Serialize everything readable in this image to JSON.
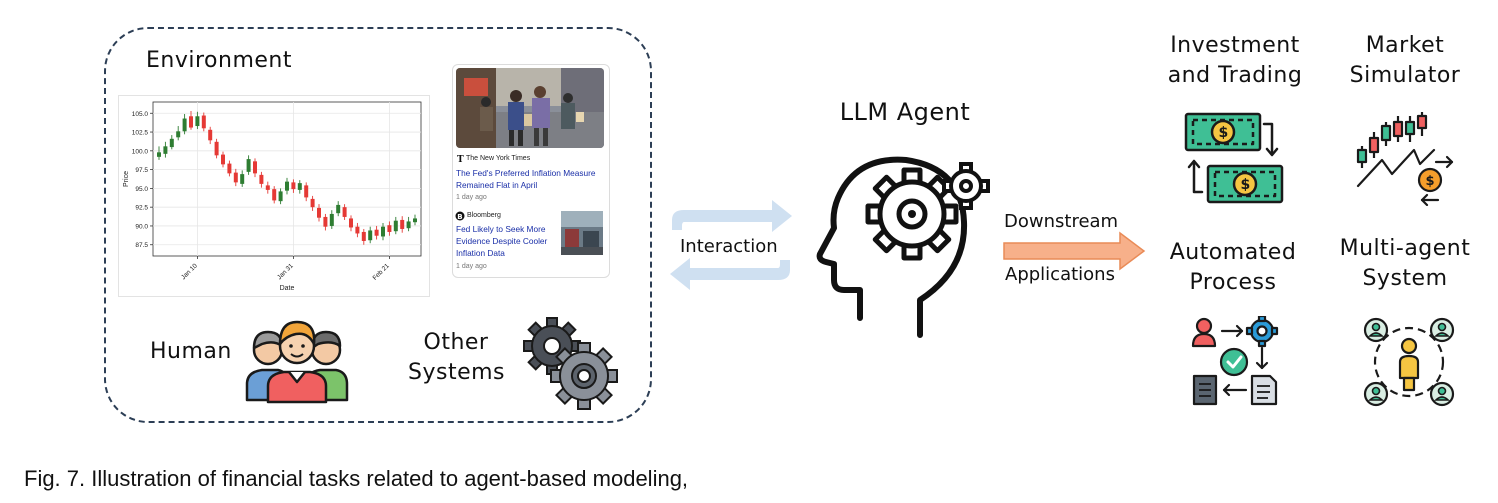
{
  "environment": {
    "title": "Environment"
  },
  "chart_data": {
    "type": "candlestick",
    "xlabel": "Date",
    "ylabel": "Price",
    "ylim": [
      86,
      106.5
    ],
    "yticks": [
      "105.0",
      "102.5",
      "100.0",
      "97.5",
      "95.0",
      "92.5",
      "90.0",
      "87.5"
    ],
    "ytick_values": [
      105.0,
      102.5,
      100.0,
      97.5,
      95.0,
      92.5,
      90.0,
      87.5
    ],
    "xticks": [
      "Jan 10",
      "Jan 31",
      "Feb 21"
    ],
    "xtick_index": [
      6,
      21,
      36
    ],
    "up_color": "#2e7d32",
    "down_color": "#e53935",
    "candles": [
      {
        "open": 99.2,
        "close": 99.8,
        "high": 100.6,
        "low": 98.8
      },
      {
        "open": 99.6,
        "close": 100.6,
        "high": 101.2,
        "low": 99.1
      },
      {
        "open": 100.5,
        "close": 101.6,
        "high": 102.1,
        "low": 100.2
      },
      {
        "open": 101.8,
        "close": 102.6,
        "high": 103.3,
        "low": 101.4
      },
      {
        "open": 102.6,
        "close": 104.3,
        "high": 104.9,
        "low": 102.2
      },
      {
        "open": 104.6,
        "close": 103.1,
        "high": 105.3,
        "low": 102.8
      },
      {
        "open": 103.3,
        "close": 104.6,
        "high": 105.2,
        "low": 102.9
      },
      {
        "open": 104.7,
        "close": 103.0,
        "high": 105.1,
        "low": 102.6
      },
      {
        "open": 102.8,
        "close": 101.4,
        "high": 103.2,
        "low": 100.9
      },
      {
        "open": 101.2,
        "close": 99.4,
        "high": 101.6,
        "low": 99.0
      },
      {
        "open": 99.5,
        "close": 98.2,
        "high": 99.9,
        "low": 97.8
      },
      {
        "open": 98.3,
        "close": 97.0,
        "high": 98.7,
        "low": 96.6
      },
      {
        "open": 97.1,
        "close": 95.8,
        "high": 97.6,
        "low": 95.3
      },
      {
        "open": 95.6,
        "close": 96.9,
        "high": 97.4,
        "low": 95.2
      },
      {
        "open": 97.2,
        "close": 98.9,
        "high": 99.4,
        "low": 96.8
      },
      {
        "open": 98.6,
        "close": 97.0,
        "high": 99.0,
        "low": 96.5
      },
      {
        "open": 96.8,
        "close": 95.6,
        "high": 97.2,
        "low": 95.1
      },
      {
        "open": 95.4,
        "close": 94.8,
        "high": 95.9,
        "low": 94.3
      },
      {
        "open": 94.9,
        "close": 93.4,
        "high": 95.3,
        "low": 93.0
      },
      {
        "open": 93.3,
        "close": 94.6,
        "high": 95.0,
        "low": 92.9
      },
      {
        "open": 94.7,
        "close": 95.9,
        "high": 96.4,
        "low": 94.2
      },
      {
        "open": 95.8,
        "close": 94.9,
        "high": 96.2,
        "low": 94.4
      },
      {
        "open": 94.8,
        "close": 95.7,
        "high": 96.1,
        "low": 94.3
      },
      {
        "open": 95.4,
        "close": 93.8,
        "high": 95.8,
        "low": 93.3
      },
      {
        "open": 93.6,
        "close": 92.5,
        "high": 94.0,
        "low": 92.0
      },
      {
        "open": 92.4,
        "close": 91.1,
        "high": 92.9,
        "low": 90.6
      },
      {
        "open": 91.2,
        "close": 89.9,
        "high": 91.6,
        "low": 89.4
      },
      {
        "open": 90.0,
        "close": 91.6,
        "high": 92.1,
        "low": 89.6
      },
      {
        "open": 91.7,
        "close": 92.8,
        "high": 93.3,
        "low": 91.3
      },
      {
        "open": 92.5,
        "close": 91.2,
        "high": 92.9,
        "low": 90.8
      },
      {
        "open": 91.0,
        "close": 89.8,
        "high": 91.4,
        "low": 89.3
      },
      {
        "open": 89.9,
        "close": 89.0,
        "high": 90.4,
        "low": 88.5
      },
      {
        "open": 89.2,
        "close": 88.0,
        "high": 89.6,
        "low": 87.5
      },
      {
        "open": 88.1,
        "close": 89.4,
        "high": 89.9,
        "low": 87.7
      },
      {
        "open": 89.5,
        "close": 88.7,
        "high": 90.0,
        "low": 88.2
      },
      {
        "open": 88.6,
        "close": 89.9,
        "high": 90.4,
        "low": 88.1
      },
      {
        "open": 90.1,
        "close": 89.2,
        "high": 90.6,
        "low": 88.7
      },
      {
        "open": 89.3,
        "close": 90.7,
        "high": 91.2,
        "low": 88.9
      },
      {
        "open": 90.8,
        "close": 89.6,
        "high": 91.3,
        "low": 89.1
      },
      {
        "open": 89.7,
        "close": 90.6,
        "high": 91.2,
        "low": 89.3
      },
      {
        "open": 90.5,
        "close": 91.0,
        "high": 91.5,
        "low": 90.1
      }
    ]
  },
  "news": {
    "items": [
      {
        "source": "The New York Times",
        "headline_line1": "The Fed's Preferred Inflation Measure",
        "headline_line2": "Remained Flat in April",
        "time": "1 day ago"
      },
      {
        "source": "Bloomberg",
        "headline_line1": "Fed Likely to Seek More",
        "headline_line2": "Evidence Despite Cooler",
        "headline_line3": "Inflation Data",
        "time": "1 day ago"
      }
    ]
  },
  "human": {
    "label": "Human"
  },
  "other_systems": {
    "label_line1": "Other",
    "label_line2": "Systems"
  },
  "interaction": {
    "label": "Interaction"
  },
  "agent": {
    "title": "LLM Agent"
  },
  "downstream": {
    "label_line1": "Downstream",
    "label_line2": "Applications"
  },
  "applications": [
    {
      "line1": "Investment",
      "line2": "and Trading",
      "icon": "money-exchange-icon"
    },
    {
      "line1": "Market",
      "line2": "Simulator",
      "icon": "market-simulator-icon"
    },
    {
      "line1": "Automated",
      "line2": "Process",
      "icon": "automated-process-icon"
    },
    {
      "line1": "Multi-agent",
      "line2": "System",
      "icon": "multi-agent-icon"
    }
  ],
  "caption": "Fig. 7. Illustration of financial tasks related to agent-based modeling,",
  "colors": {
    "arrow_blue": "#cfe0f1",
    "arrow_orange": "#f7b08a",
    "money_green": "#3fbf95",
    "teal": "#1f8a8a",
    "coin_orange": "#f59e2b",
    "person_red": "#f06060"
  }
}
